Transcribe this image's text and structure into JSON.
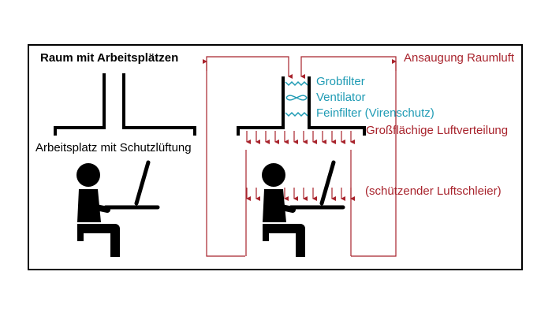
{
  "labels": {
    "room_title": "Raum mit Arbeitsplätzen",
    "workplace": "Arbeitsplatz mit Schutzlüftung",
    "coarse_filter": "Grobfilter",
    "fan": "Ventilator",
    "fine_filter": "Feinfilter (Virenschutz)",
    "intake": "Ansaugung Raumluft",
    "distribution": "Großflächige Luftverteilung",
    "curtain": "(schützender Luftschleier)"
  },
  "colors": {
    "frame": "#000000",
    "airflow": "#a8232c",
    "components": "#1f9bb4"
  },
  "icons": [
    "person-icon",
    "laptop-icon",
    "filter-icon",
    "fan-icon"
  ]
}
